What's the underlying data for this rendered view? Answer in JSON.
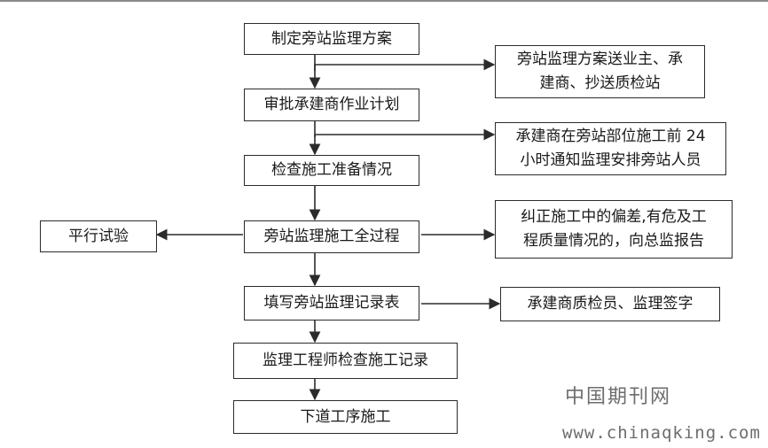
{
  "flowchart": {
    "main_steps": [
      "制定旁站监理方案",
      "审批承建商作业计划",
      "检查施工准备情况",
      "旁站监理施工全过程",
      "填写旁站监理记录表",
      "监理工程师检查施工记录",
      "下道工序施工"
    ],
    "side_notes": [
      [
        "旁站监理方案送业主、承",
        "建商、抄送质检站"
      ],
      [
        "承建商在旁站部位施工前 24",
        "小时通知监理安排旁站人员"
      ],
      [
        "纠正施工中的偏差,有危及工",
        "程质量情况的，向总监报告"
      ],
      [
        "承建商质检员、监理签字"
      ]
    ],
    "left_branch": "平行试验"
  },
  "watermark": {
    "name": "中国期刊网",
    "url": "www.chinaqking.com"
  }
}
